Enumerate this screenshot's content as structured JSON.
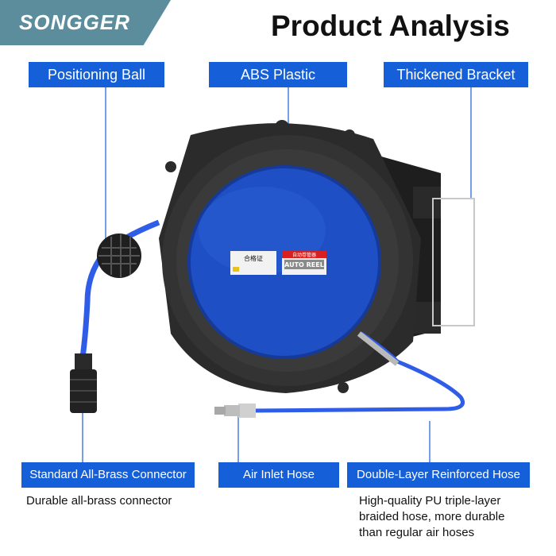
{
  "brand": "SONGGER",
  "title": "Product Analysis",
  "labels": {
    "positioning_ball": "Positioning Ball",
    "abs_plastic": "ABS Plastic",
    "thickened_bracket": "Thickened Bracket",
    "brass_connector": "Standard All-Brass Connector",
    "air_inlet_hose": "Air Inlet Hose",
    "reinforced_hose": "Double-Layer Reinforced Hose"
  },
  "descriptions": {
    "brass_connector": "Durable all-brass connector",
    "reinforced_hose_line1": "High-quality PU triple-layer",
    "reinforced_hose_line2": "braided hose, more durable",
    "reinforced_hose_line3": "than regular air hoses"
  },
  "stickers": {
    "certificate": "合格证",
    "autoreel_top": "自动卷管器",
    "autoreel": "AUTO REEL"
  },
  "colors": {
    "accent_blue": "#1560d8",
    "brand_teal": "#5b8d9c",
    "reel_blue": "#1f4fc4",
    "hose_blue": "#2f5de8",
    "housing": "#2b2b2b"
  }
}
